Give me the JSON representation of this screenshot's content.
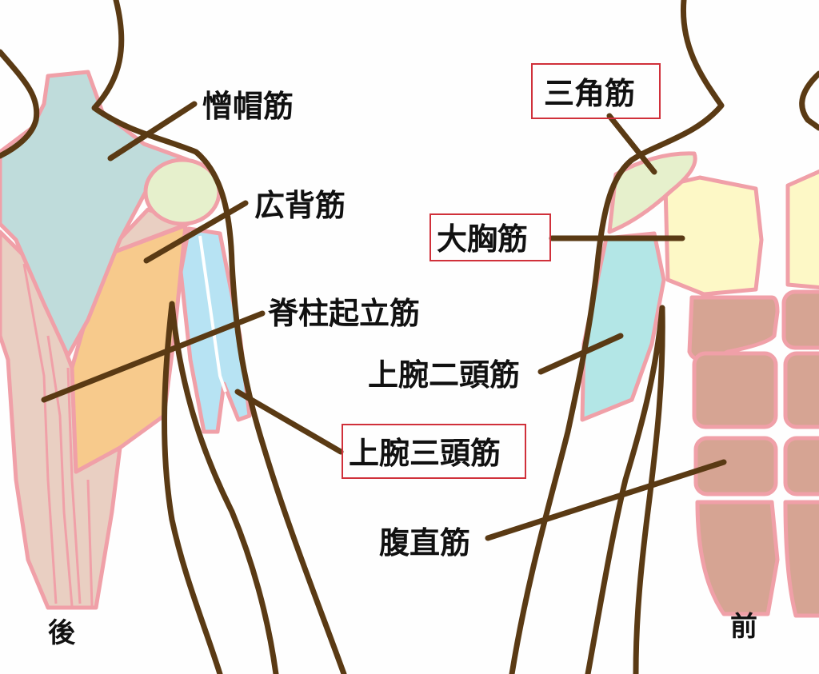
{
  "labels": {
    "trapezius": "憎帽筋",
    "latissimus_dorsi": "広背筋",
    "erector_spinae": "脊柱起立筋",
    "triceps": "上腕三頭筋",
    "deltoid": "三角筋",
    "pectoralis_major": "大胸筋",
    "biceps": "上腕二頭筋",
    "rectus_abdominis": "腹直筋"
  },
  "views": {
    "back": "後",
    "front": "前"
  },
  "colors": {
    "outline": "#5a3a14",
    "muscle_border": "#f0a0a8",
    "highlight_box": "#d0303a",
    "trapezius": "#bfdcdb",
    "deltoid": "#e6f0cc",
    "latissimus": "#f7ca8c",
    "erector": "#e9cfc2",
    "triceps": "#b7e3f3",
    "pectoralis": "#fdf8c6",
    "biceps": "#b3e6e6",
    "abs": "#d6a493"
  }
}
